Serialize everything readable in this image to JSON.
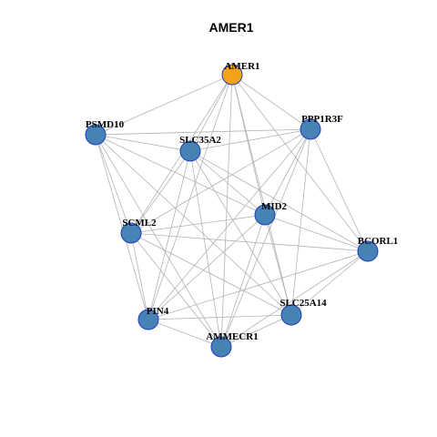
{
  "title": "AMER1",
  "colors": {
    "focus_node": "#f5a21b",
    "node": "#4682b4",
    "node_border": "#1f3fbf",
    "edge": "#b3b3b3"
  },
  "nodes": [
    {
      "id": "AMER1",
      "label": "AMER1",
      "focus": true
    },
    {
      "id": "PPP1R3F",
      "label": "PPP1R3F",
      "focus": false
    },
    {
      "id": "PSMD10",
      "label": "PSMD10",
      "focus": false
    },
    {
      "id": "SLC35A2",
      "label": "SLC35A2",
      "focus": false
    },
    {
      "id": "MID2",
      "label": "MID2",
      "focus": false
    },
    {
      "id": "SCML2",
      "label": "SCML2",
      "focus": false
    },
    {
      "id": "BCORL1",
      "label": "BCORL1",
      "focus": false
    },
    {
      "id": "SLC25A14",
      "label": "SLC25A14",
      "focus": false
    },
    {
      "id": "PIN4",
      "label": "PIN4",
      "focus": false
    },
    {
      "id": "AMMECR1",
      "label": "AMMECR1",
      "focus": false
    }
  ],
  "edges": [
    [
      "AMER1",
      "PSMD10"
    ],
    [
      "AMER1",
      "SLC35A2"
    ],
    [
      "AMER1",
      "PPP1R3F"
    ],
    [
      "AMER1",
      "MID2"
    ],
    [
      "AMER1",
      "SCML2"
    ],
    [
      "AMER1",
      "BCORL1"
    ],
    [
      "AMER1",
      "SLC25A14"
    ],
    [
      "AMER1",
      "PIN4"
    ],
    [
      "AMER1",
      "AMMECR1"
    ],
    [
      "PSMD10",
      "PPP1R3F"
    ],
    [
      "PSMD10",
      "SLC35A2"
    ],
    [
      "PSMD10",
      "MID2"
    ],
    [
      "PSMD10",
      "SCML2"
    ],
    [
      "PSMD10",
      "PIN4"
    ],
    [
      "PSMD10",
      "AMMECR1"
    ],
    [
      "PSMD10",
      "SLC25A14"
    ],
    [
      "SLC35A2",
      "PPP1R3F"
    ],
    [
      "SLC35A2",
      "MID2"
    ],
    [
      "SLC35A2",
      "SCML2"
    ],
    [
      "SLC35A2",
      "PIN4"
    ],
    [
      "SLC35A2",
      "AMMECR1"
    ],
    [
      "SLC35A2",
      "SLC25A14"
    ],
    [
      "SLC35A2",
      "BCORL1"
    ],
    [
      "PPP1R3F",
      "MID2"
    ],
    [
      "PPP1R3F",
      "SCML2"
    ],
    [
      "PPP1R3F",
      "BCORL1"
    ],
    [
      "PPP1R3F",
      "SLC25A14"
    ],
    [
      "PPP1R3F",
      "PIN4"
    ],
    [
      "PPP1R3F",
      "AMMECR1"
    ],
    [
      "MID2",
      "SCML2"
    ],
    [
      "MID2",
      "BCORL1"
    ],
    [
      "MID2",
      "SLC25A14"
    ],
    [
      "MID2",
      "PIN4"
    ],
    [
      "MID2",
      "AMMECR1"
    ],
    [
      "SCML2",
      "BCORL1"
    ],
    [
      "SCML2",
      "SLC25A14"
    ],
    [
      "SCML2",
      "PIN4"
    ],
    [
      "SCML2",
      "AMMECR1"
    ],
    [
      "BCORL1",
      "SLC25A14"
    ],
    [
      "BCORL1",
      "PIN4"
    ],
    [
      "BCORL1",
      "AMMECR1"
    ],
    [
      "SLC25A14",
      "PIN4"
    ],
    [
      "SLC25A14",
      "AMMECR1"
    ],
    [
      "PIN4",
      "AMMECR1"
    ]
  ]
}
